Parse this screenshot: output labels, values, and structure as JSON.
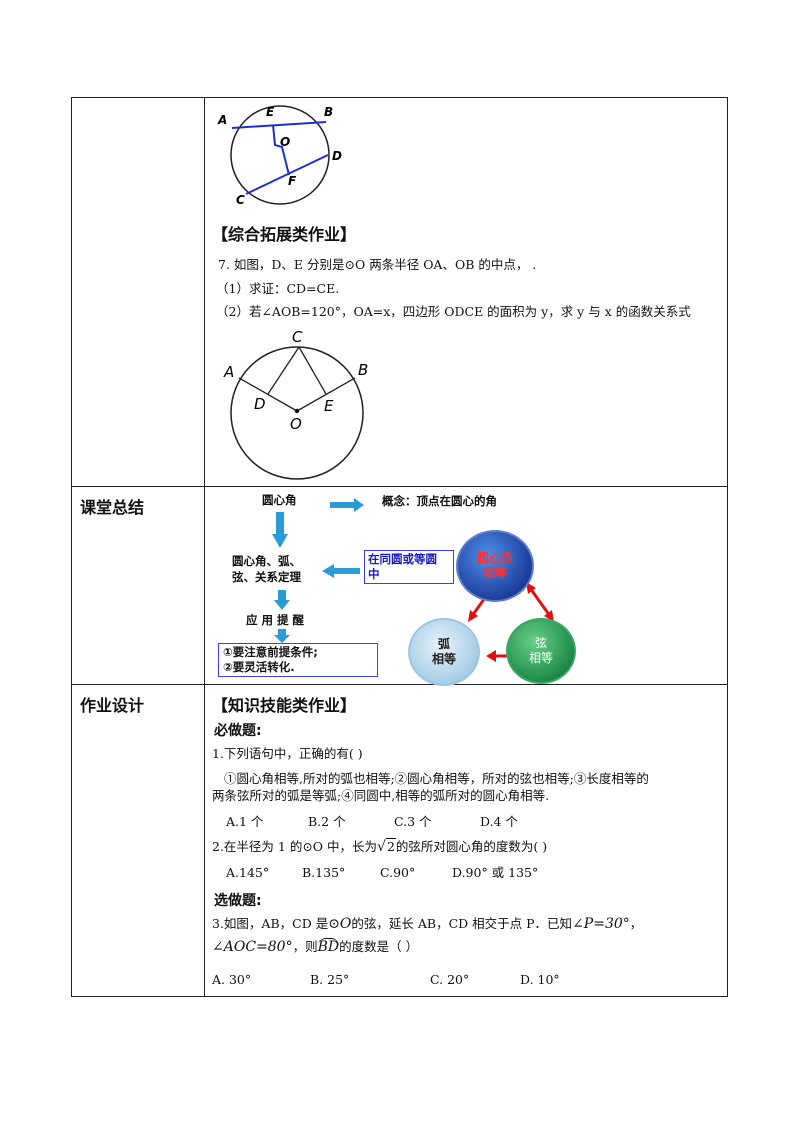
{
  "section1": {
    "figure1": {
      "labels": {
        "A": "A",
        "E": "E",
        "B": "B",
        "O": "O",
        "D": "D",
        "F": "F",
        "C": "C"
      }
    },
    "heading": "【综合拓展类作业】",
    "q7_line1": "7. 如图，D、E 分别是⊙O 两条半径 OA、OB 的中点，  .",
    "q7_line2": "（1）求证：CD=CE.",
    "q7_line3": "（2）若∠AOB=120°，OA=x，四边形 ODCE 的面积为 y，求 y 与 x 的函数关系式",
    "figure2": {
      "labels": {
        "A": "A",
        "B": "B",
        "C": "C",
        "D": "D",
        "E": "E",
        "O": "O"
      }
    }
  },
  "section2": {
    "label": "课堂总结",
    "flow": {
      "n1": "圆心角",
      "concept": "概念：顶点在圆心的角",
      "n2_line1": "圆心角、弧、",
      "n2_line2": "弦、关系定理",
      "cond_line1": "在同圆或等圆",
      "cond_line2": "中",
      "n3": "应 用 提 醒",
      "tip1": "①要注意前提条件;",
      "tip2": "②要灵活转化.",
      "c1_line1": "圆心角",
      "c1_line2": "相等",
      "c2_line1": "弧",
      "c2_line2": "相等",
      "c3_line1": "弦",
      "c3_line2": "相等"
    }
  },
  "section3": {
    "label": "作业设计",
    "heading": "【知识技能类作业】",
    "must": "必做题:",
    "q1": "1.下列语句中，正确的有(    )",
    "q1_body1": "①圆心角相等,所对的弧也相等;②圆心角相等，所对的弦也相等;③长度相等的",
    "q1_body2": "两条弦所对的弧是等弧;④同圆中,相等的弧所对的圆心角相等.",
    "q1_opts": [
      "A.1 个",
      "B.2 个",
      "C.3 个",
      "D.4 个"
    ],
    "q2_pre": "2.在半径为 1 的⊙O 中，长为",
    "q2_rad": "2",
    "q2_post": "的弦所对圆心角的度数为(    )",
    "q2_opts": [
      "A.145°",
      "B.135°",
      "C.90°",
      "D.90° 或 135°"
    ],
    "optional": "选做题:",
    "q3_line1_pre": "3.如图，AB，CD 是",
    "q3_circ": "⊙O",
    "q3_line1_mid": "的弦，延长 AB，CD 相交于点 P．已知",
    "q3_angle_p": "∠P=30°",
    "q3_line1_end": "，",
    "q3_angle_aoc": "∠AOC=80°",
    "q3_line2_mid": "，则",
    "q3_arc": "BD",
    "q3_line2_end": "的度数是（          ）",
    "q3_opts": [
      "A. 30°",
      "B. 25°",
      "C. 20°",
      "D. 10°"
    ]
  }
}
